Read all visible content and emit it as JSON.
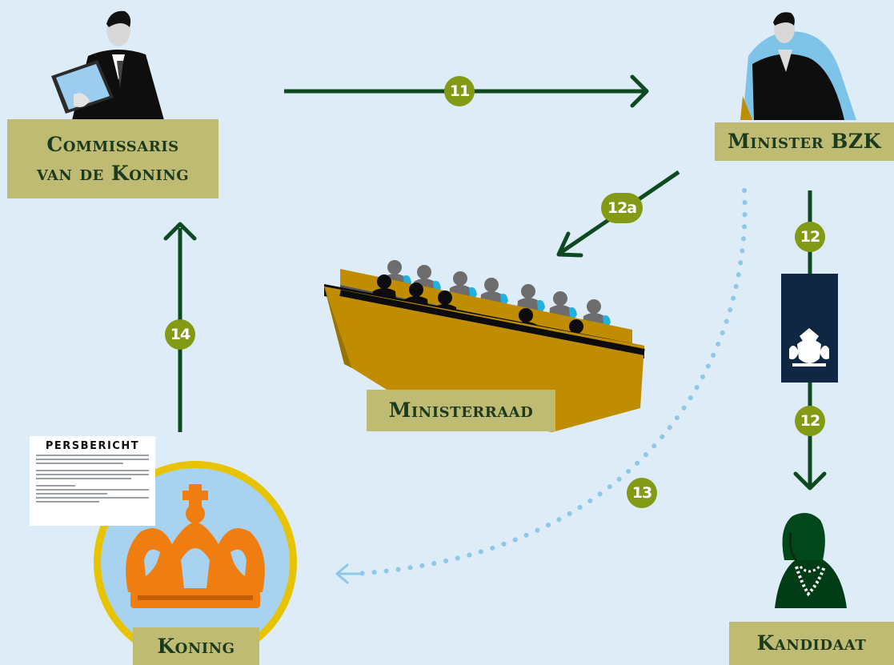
{
  "labels": {
    "commissaris_line1": "Commissaris",
    "commissaris_line2": "van de Koning",
    "minister": "Minister BZK",
    "ministerraad": "Ministerraad",
    "koning": "Koning",
    "kandidaat": "Kandidaat"
  },
  "steps": {
    "s11": "11",
    "s12a": "12a",
    "s12_top": "12",
    "s12_bottom": "12",
    "s13": "13",
    "s14": "14"
  },
  "press": {
    "title": "PERSBERICHT"
  },
  "colors": {
    "background": "#ddecf7",
    "label_bg": "#bfbb73",
    "label_text": "#1b3a1e",
    "arrow": "#0d4a22",
    "badge": "#839a15",
    "dotted": "#8ec8e8",
    "gold": "#c08d00",
    "flag_navy": "#0f2742",
    "crown_orange": "#f07d10",
    "koning_circle": "#a7d3f0"
  },
  "icons": {
    "commissaris": "man-with-book-icon",
    "minister": "man-in-chair-icon",
    "ministerraad": "cabinet-table-icon",
    "kandidaat": "woman-with-pearls-icon",
    "koning": "crown-icon",
    "flag": "royal-coat-of-arms-icon"
  }
}
